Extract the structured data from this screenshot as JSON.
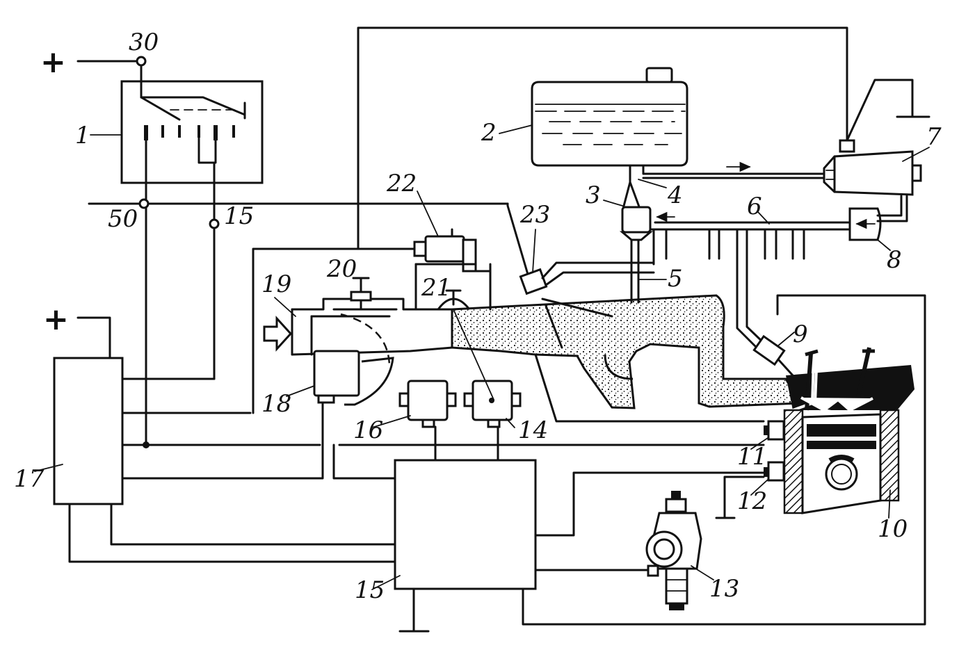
{
  "terminals": {
    "t30": "30",
    "t50": "50",
    "t15": "15"
  },
  "polarity": {
    "plus_top": "+",
    "plus_left": "+"
  },
  "callouts": {
    "n1": "1",
    "n2": "2",
    "n3": "3",
    "n4": "4",
    "n5": "5",
    "n6": "6",
    "n7": "7",
    "n8": "8",
    "n9": "9",
    "n10": "10",
    "n11": "11",
    "n12": "12",
    "n13": "13",
    "n14": "14",
    "n15": "15",
    "n16": "16",
    "n17": "17",
    "n18": "18",
    "n19": "19",
    "n20": "20",
    "n21": "21",
    "n22": "22",
    "n23": "23"
  },
  "colors": {
    "ink": "#111111",
    "paper": "#ffffff"
  }
}
